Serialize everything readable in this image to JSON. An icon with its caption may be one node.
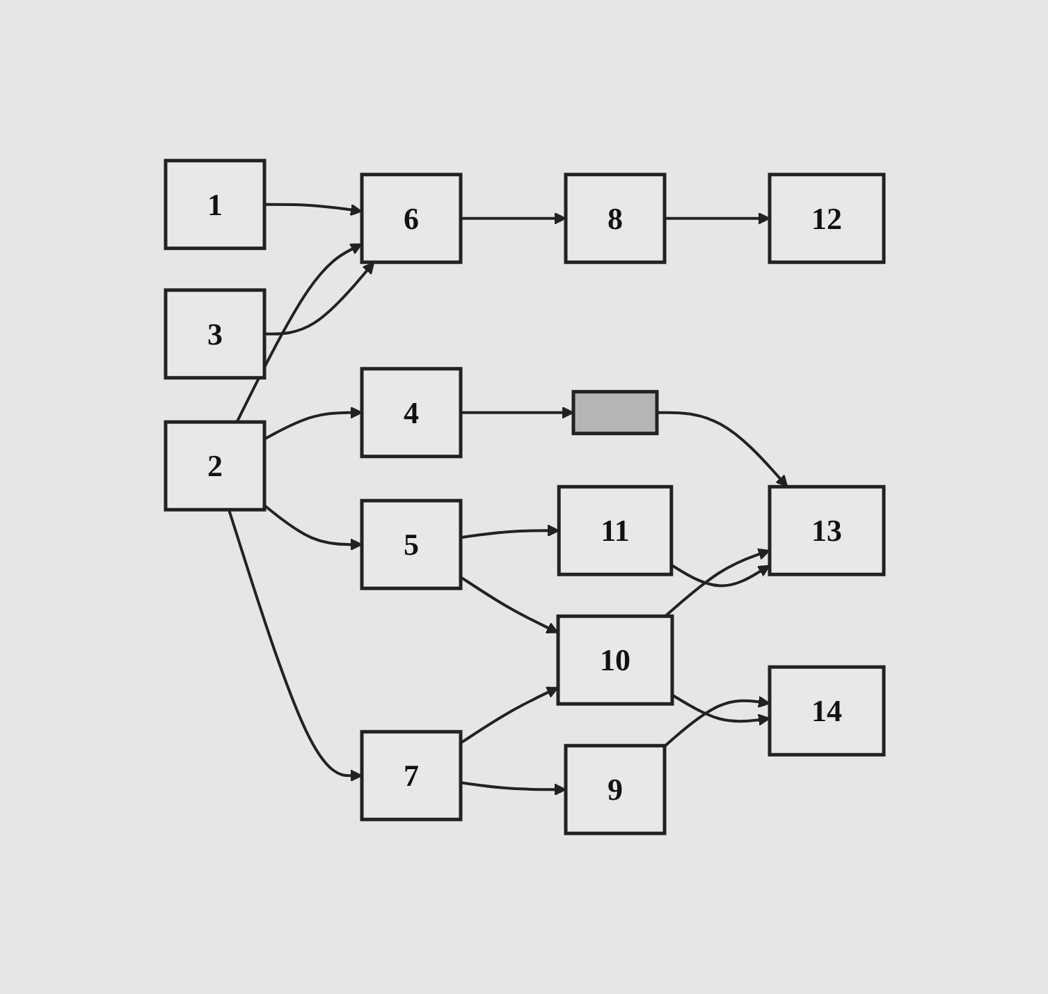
{
  "diagram": {
    "nodes": [
      {
        "text": [
          "1"
        ]
      },
      {
        "text": [
          "4"
        ]
      },
      {
        "text": [
          "8"
        ]
      },
      {
        "text": [
          "12"
        ]
      },
      {
        "text": [
          "2"
        ]
      },
      {
        "text": [
          "5"
        ]
      },
      {
        "text": [],
        "shape": "box"
      },
      {
        "text": [
          "13"
        ]
      },
      {
        "text": [
          "3"
        ]
      },
      {
        "text": [
          "6"
        ]
      },
      {
        "text": [
          "9"
        ]
      },
      {
        "text": [
          "14"
        ]
      },
      {
        "text": [
          "7"
        ]
      },
      {
        "text": [
          "10"
        ]
      },
      {
        "text": [
          "11"
        ]
      }
    ],
    "edges": [
      {
        "from": 0,
        "to": 9,
        "arrow": "to"
      },
      {
        "from": 4,
        "to": 1,
        "arrow": "to"
      },
      {
        "from": 4,
        "to": 5,
        "arrow": "to"
      },
      {
        "from": 4,
        "to": 9,
        "arrow": "to"
      },
      {
        "from": 4,
        "to": 12,
        "arrow": "to"
      },
      {
        "from": 8,
        "to": 9,
        "arrow": "to"
      },
      {
        "from": 1,
        "to": 6,
        "arrow": "to"
      },
      {
        "from": 5,
        "to": 13,
        "arrow": "to"
      },
      {
        "from": 5,
        "to": 14,
        "arrow": "to"
      },
      {
        "from": 9,
        "to": 2,
        "arrow": "to"
      },
      {
        "from": 12,
        "to": 10,
        "arrow": "to"
      },
      {
        "from": 12,
        "to": 13,
        "arrow": "to"
      },
      {
        "from": 2,
        "to": 3,
        "arrow": "to"
      },
      {
        "from": 6,
        "to": 7,
        "arrow": "to"
      },
      {
        "from": 10,
        "to": 11,
        "arrow": "to"
      },
      {
        "from": 13,
        "to": 7,
        "arrow": "to"
      },
      {
        "from": 13,
        "to": 11,
        "arrow": "to"
      },
      {
        "from": 14,
        "to": 7,
        "arrow": "to"
      }
    ]
  }
}
